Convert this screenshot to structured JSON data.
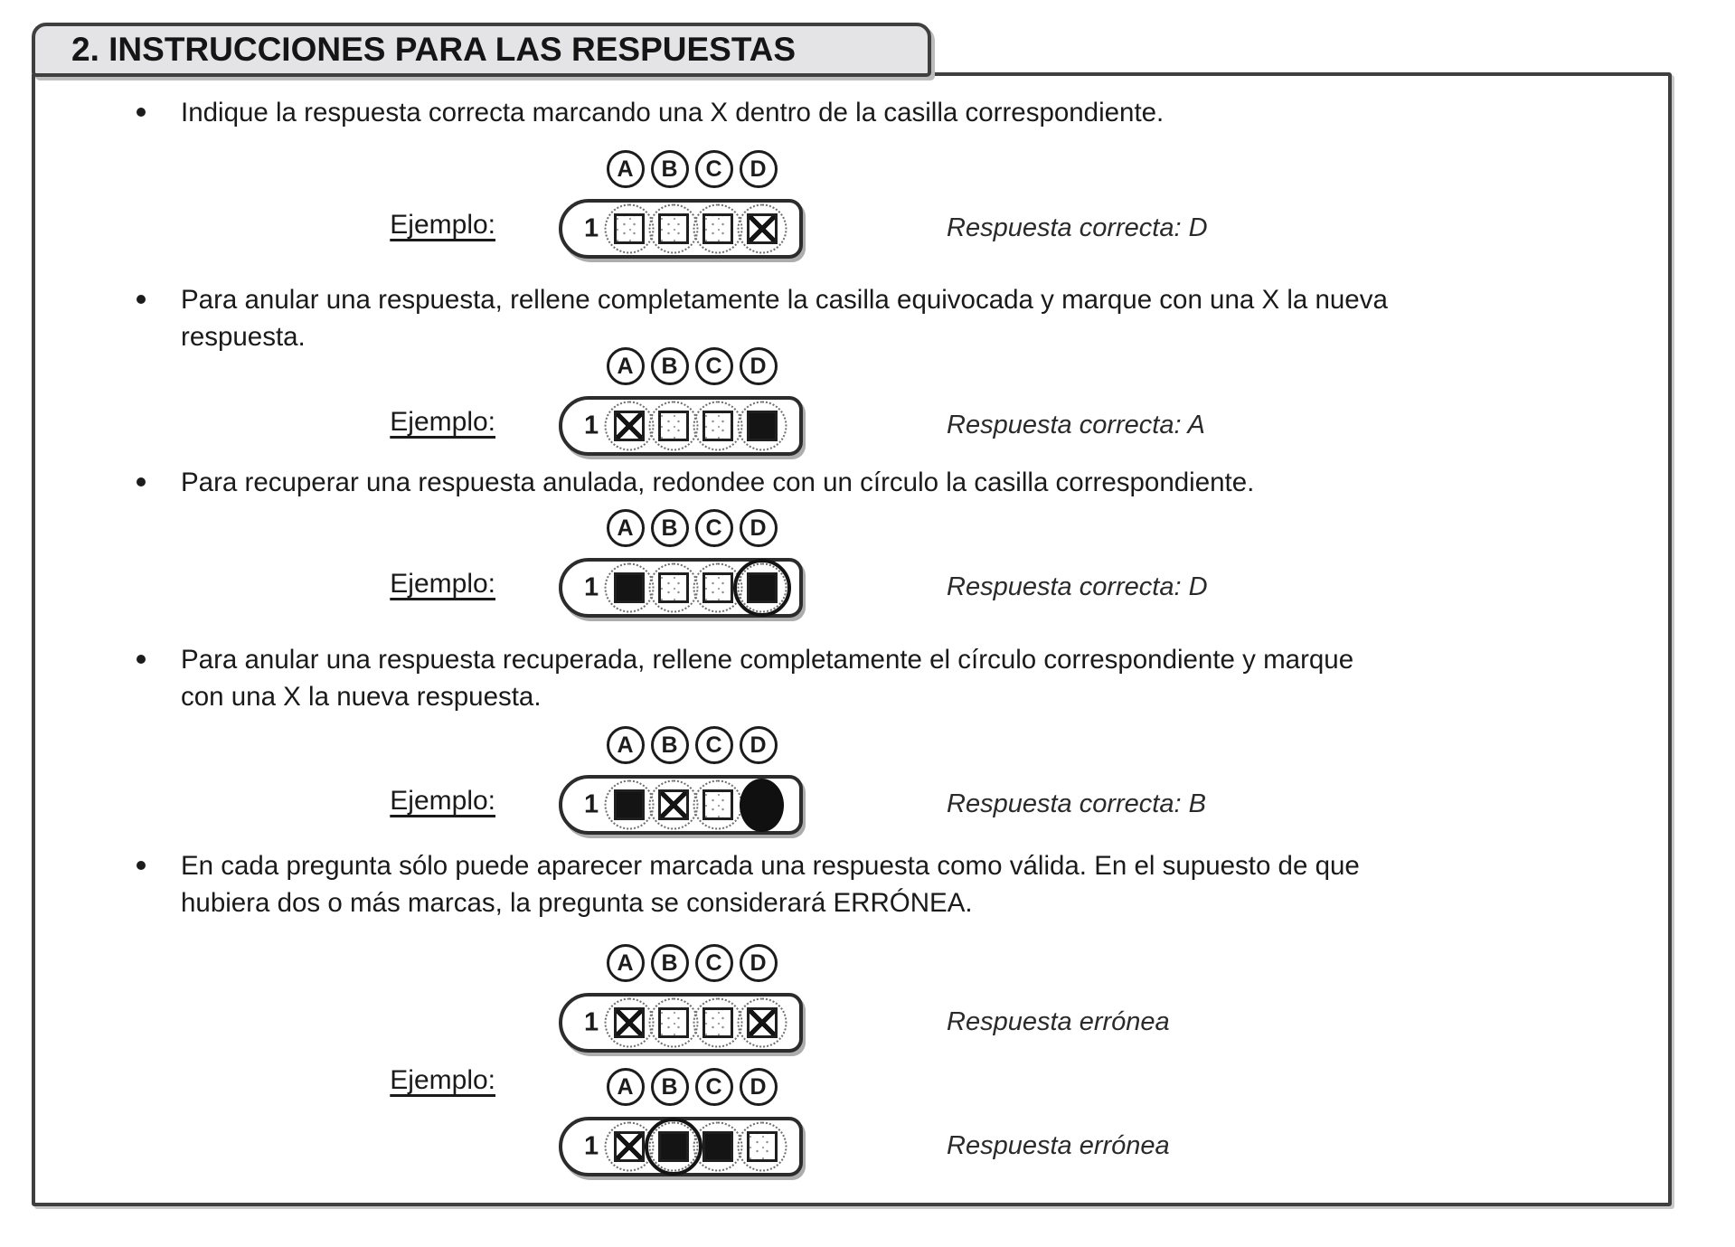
{
  "header": {
    "title": "2. INSTRUCCIONES PARA LAS RESPUESTAS"
  },
  "colors": {
    "header_bg": "#e4e4e6",
    "ink": "#1c1c1c",
    "mark": "#141414"
  },
  "letters": [
    "A",
    "B",
    "C",
    "D"
  ],
  "example_label": "Ejemplo:",
  "bullets": [
    "Indique la respuesta correcta marcando una X dentro de la casilla correspondiente.",
    "Para anular una respuesta, rellene completamente la casilla equivocada y marque con una X la nueva respuesta.",
    "Para recuperar una respuesta anulada, redondee con un círculo la casilla correspondiente.",
    "Para anular una respuesta recuperada, rellene completamente el círculo correspondiente y marque con una X la nueva respuesta.",
    "En cada pregunta sólo puede aparecer marcada una respuesta como válida. En el supuesto de que hubiera dos o más marcas, la pregunta se considerará ERRÓNEA."
  ],
  "examples": [
    {
      "number": "1",
      "marks": [
        "empty",
        "empty",
        "empty",
        "x"
      ],
      "result": "Respuesta correcta: D"
    },
    {
      "number": "1",
      "marks": [
        "x",
        "empty",
        "empty",
        "filled"
      ],
      "result": "Respuesta correcta: A"
    },
    {
      "number": "1",
      "marks": [
        "filled",
        "empty",
        "empty",
        "filled-circled"
      ],
      "result": "Respuesta correcta: D"
    },
    {
      "number": "1",
      "marks": [
        "filled",
        "x",
        "empty",
        "big-dot"
      ],
      "result": "Respuesta correcta: B"
    },
    {
      "number": "1",
      "marks": [
        "x",
        "empty",
        "empty",
        "x"
      ],
      "result": "Respuesta errónea"
    },
    {
      "number": "1",
      "marks": [
        "x",
        "filled-circled",
        "filled",
        "empty"
      ],
      "result": "Respuesta errónea"
    }
  ]
}
